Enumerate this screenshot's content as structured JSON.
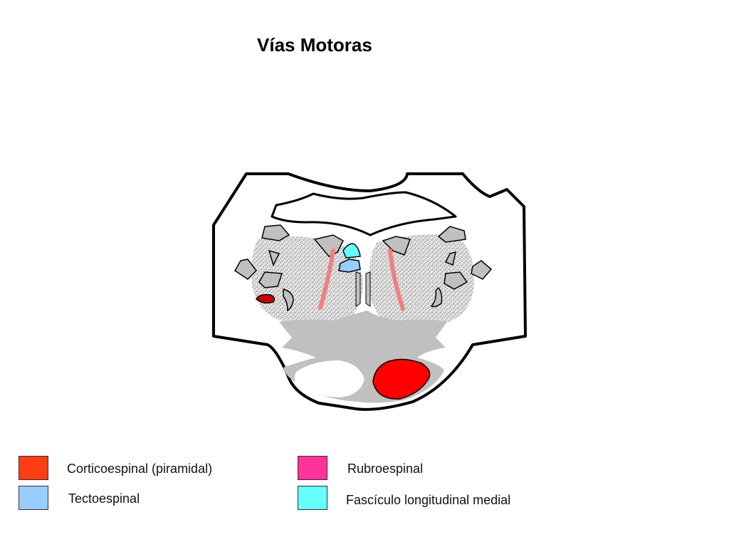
{
  "title": "Vías Motoras",
  "legend": [
    {
      "label": "Corticoespinal (piramidal)",
      "color": "#ff3d11"
    },
    {
      "label": "Rubroespinal",
      "color": "#ff3399"
    },
    {
      "label": "Tectoespinal",
      "color": "#99ccff"
    },
    {
      "label": "Fascículo longitudinal medial",
      "color": "#66ffff"
    }
  ],
  "colors": {
    "gray_nuclei": "#c0c0c0",
    "stipple": "#808080",
    "pyramid": "#ff0000",
    "rubrospinal_small": "#cc0000",
    "tract_pink": "#f08080"
  }
}
